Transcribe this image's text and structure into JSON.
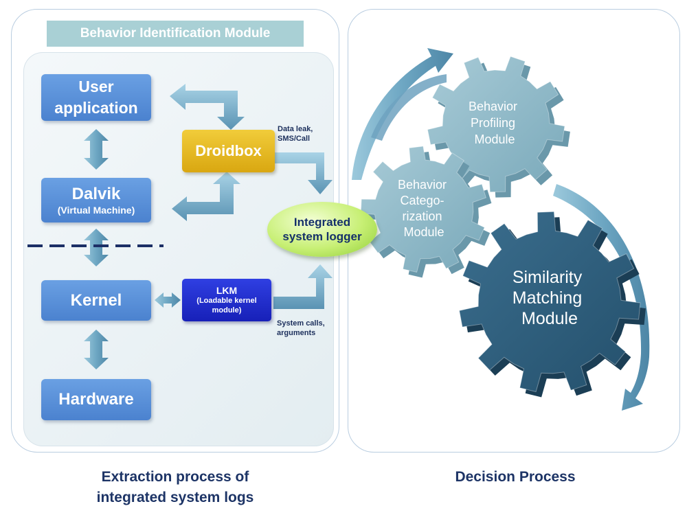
{
  "module_title": "Behavior Identification Module",
  "boxes": {
    "user_app": [
      "User",
      "application"
    ],
    "dalvik": "Dalvik",
    "dalvik_sub": "(Virtual Machine)",
    "kernel": "Kernel",
    "hardware": "Hardware",
    "droidbox": "Droidbox",
    "lkm": "LKM",
    "lkm_sub": [
      "(Loadable kernel",
      "module)"
    ]
  },
  "logger": "Integrated system logger",
  "notes": {
    "data_leak": [
      "Data leak,",
      "SMS/Call"
    ],
    "system_calls": [
      "System calls,",
      "arguments"
    ]
  },
  "gears": {
    "profiling": [
      "Behavior",
      "Profiling",
      "Module"
    ],
    "categorization": [
      "Behavior",
      "Catego-",
      "rization",
      "Module"
    ],
    "similarity": [
      "Similarity",
      "Matching",
      "Module"
    ]
  },
  "captions": {
    "left": [
      "Extraction process of",
      "integrated system logs"
    ],
    "right": "Decision Process"
  },
  "colors": {
    "system_box": "#5a91d9",
    "droidbox": "#e4b722",
    "lkm": "#2230d0",
    "logger": "#b6e35c",
    "gear_light": "#8fb9c7",
    "gear_dark": "#2e5b78",
    "arrow": "#5f9ab8",
    "title_bar": "#a9d0d5",
    "caption_text": "#1d3466"
  }
}
